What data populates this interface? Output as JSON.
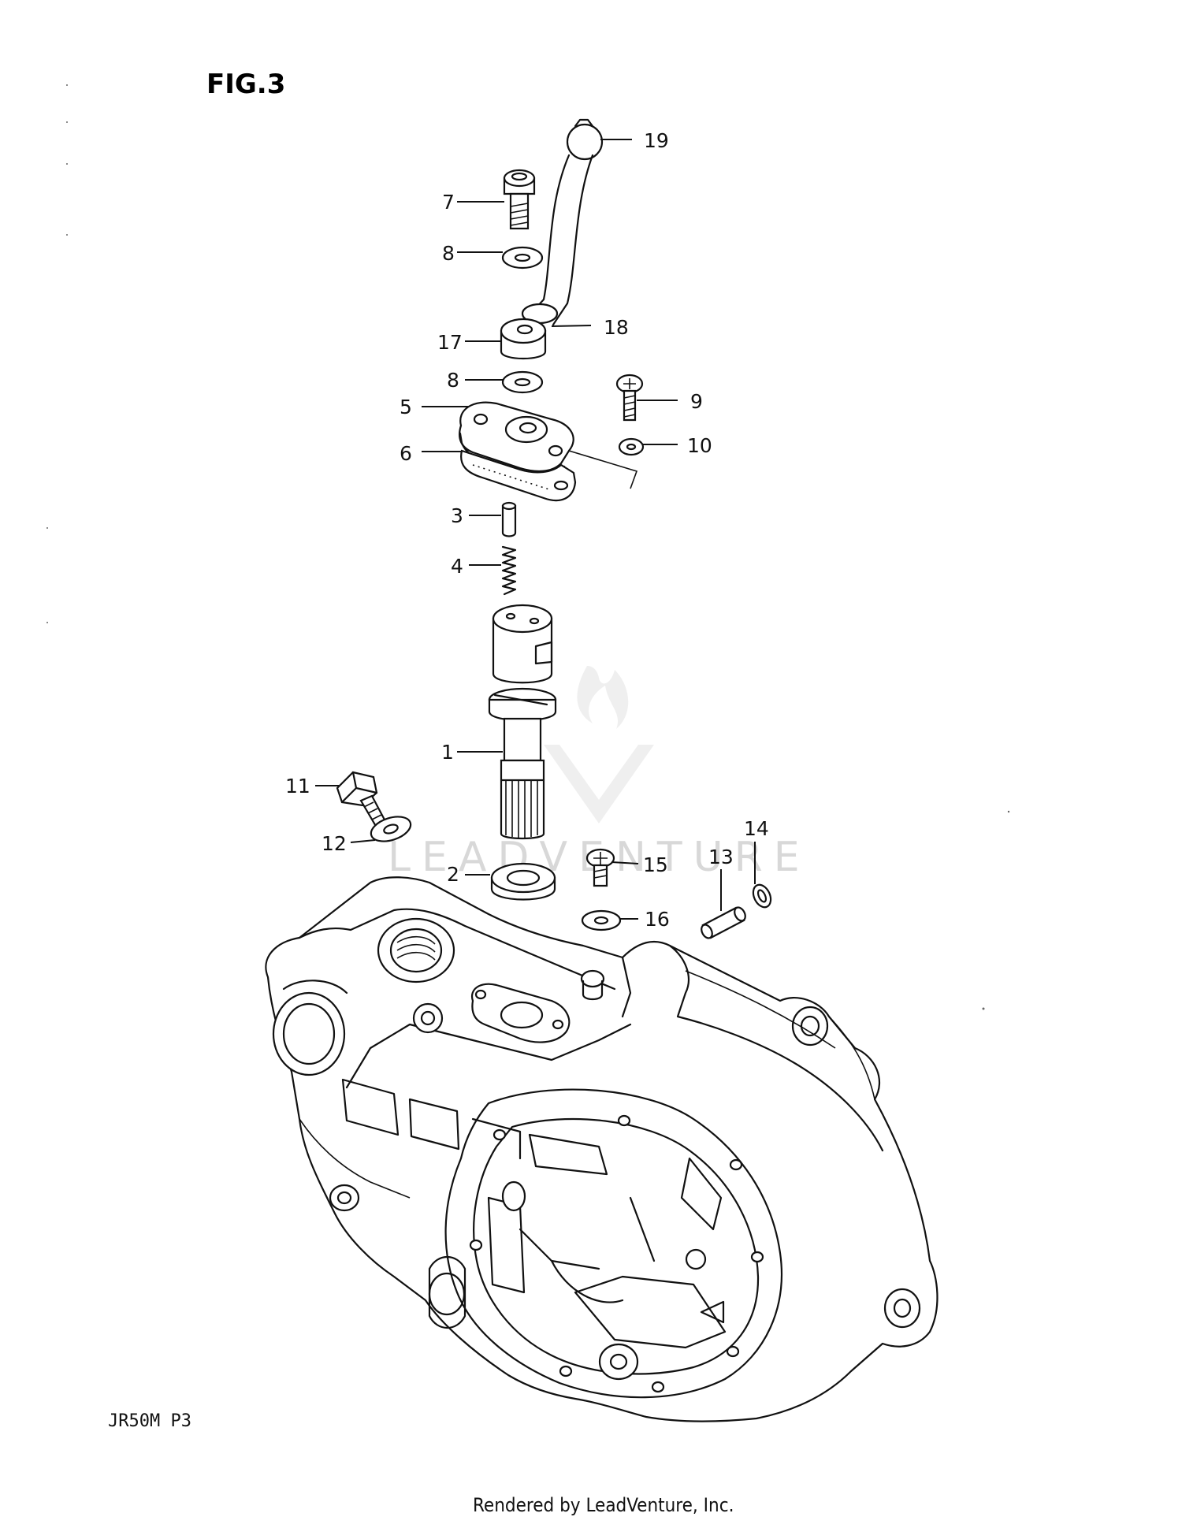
{
  "figure": {
    "title": "FIG.3",
    "sheet_code": "JR50M P3"
  },
  "footer": {
    "credit": "Rendered by LeadVenture, Inc."
  },
  "watermark": {
    "text": "LEADVENTURE"
  },
  "callouts": [
    {
      "id": "19",
      "label": "19"
    },
    {
      "id": "7",
      "label": "7"
    },
    {
      "id": "8a",
      "label": "8"
    },
    {
      "id": "18",
      "label": "18"
    },
    {
      "id": "17",
      "label": "17"
    },
    {
      "id": "8b",
      "label": "8"
    },
    {
      "id": "9",
      "label": "9"
    },
    {
      "id": "5",
      "label": "5"
    },
    {
      "id": "10",
      "label": "10"
    },
    {
      "id": "6",
      "label": "6"
    },
    {
      "id": "3",
      "label": "3"
    },
    {
      "id": "4",
      "label": "4"
    },
    {
      "id": "1",
      "label": "1"
    },
    {
      "id": "11",
      "label": "11"
    },
    {
      "id": "14",
      "label": "14"
    },
    {
      "id": "12",
      "label": "12"
    },
    {
      "id": "13",
      "label": "13"
    },
    {
      "id": "15",
      "label": "15"
    },
    {
      "id": "2",
      "label": "2"
    },
    {
      "id": "16",
      "label": "16"
    }
  ]
}
